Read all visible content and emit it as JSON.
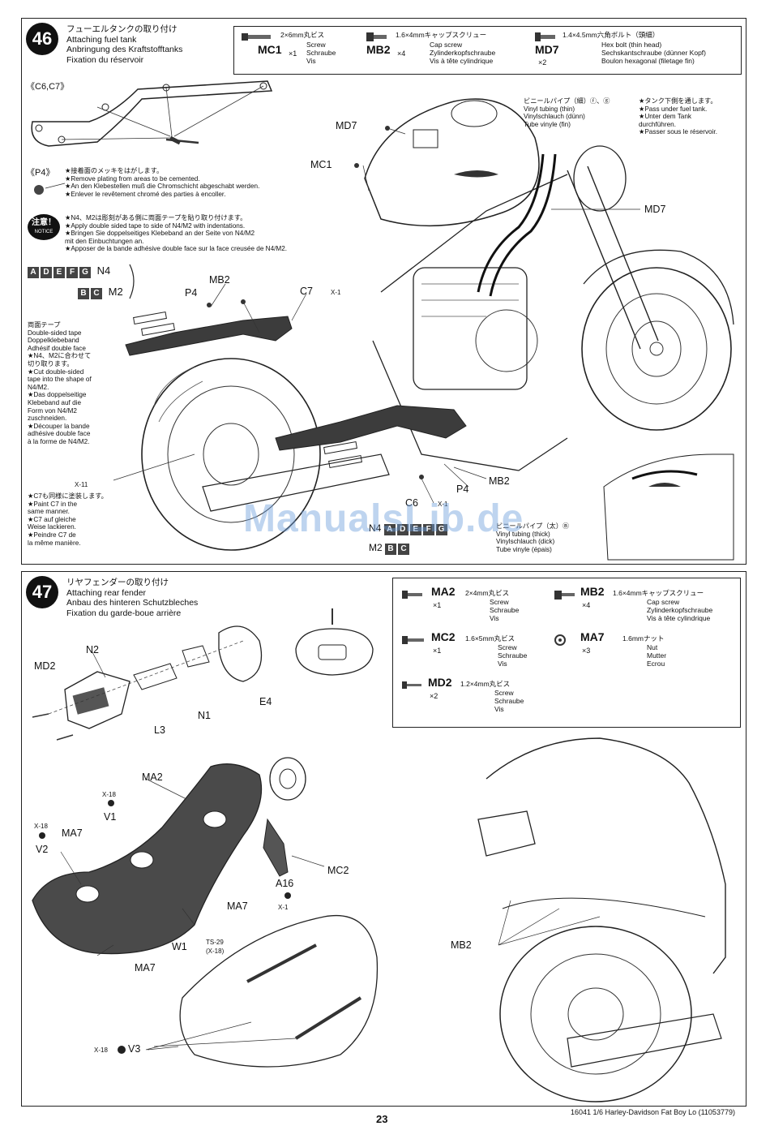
{
  "step46": {
    "number": "46",
    "title_jp": "フューエルタンクの取り付け",
    "title_en": "Attaching fuel tank",
    "title_de": "Anbringung des Kraftstofftanks",
    "title_fr": "Fixation du réservoir",
    "parts": [
      {
        "size": "2×6mm丸ビス",
        "code": "MC1",
        "qty": "×1",
        "d1": "Screw",
        "d2": "Schraube",
        "d3": "Vis"
      },
      {
        "size": "1.6×4mmキャップスクリュー",
        "code": "MB2",
        "qty": "×4",
        "d1": "Cap screw",
        "d2": "Zylinderkopfschraube",
        "d3": "Vis à tête cylindrique"
      },
      {
        "size": "1.4×4.5mm六角ボルト（頭細）",
        "code": "MD7",
        "qty": "×2",
        "d1": "Hex bolt (thin head)",
        "d2": "Sechskantschraube (dünner Kopf)",
        "d3": "Boulon hexagonal (filetage fin)"
      }
    ],
    "c6c7": "《C6,C7》",
    "p4": "《P4》",
    "p4_notes": [
      "★接着面のメッキをはがします。",
      "★Remove plating from areas to be cemented.",
      "★An den Klebestellen muß die Chromschicht abgeschabt werden.",
      "★Enlever le revêtement chromé des parties à encoller."
    ],
    "notice_jp": "注意！",
    "notice_en": "NOTICE",
    "notice_lines": [
      "★N4、M2は彫刻がある側に両面テープを貼り取り付けます。",
      "★Apply double sided tape to side of N4/M2 with indentations.",
      "★Bringen Sie doppelseitiges Klebeband an der Seite von N4/M2",
      "mit den Einbuchtungen an.",
      "★Apposer de la bande adhésive double face sur la face creusée de N4/M2."
    ],
    "n4_letters": [
      "A",
      "D",
      "E",
      "F",
      "G"
    ],
    "n4_label": "N4",
    "m2_letters": [
      "B",
      "C"
    ],
    "m2_label": "M2",
    "tape_notes": [
      "両面テープ",
      "Double-sided tape",
      "Doppelklebeband",
      "Adhésif double face",
      "★N4、M2に合わせて",
      "切り取ります。",
      "★Cut double-sided",
      "tape into the shape of",
      "N4/M2.",
      "★Das doppelseitige",
      "Klebeband auf die",
      "Form von N4/M2",
      "zuschneiden.",
      "★Découper la bande",
      "adhésive double face",
      "à la forme de N4/M2."
    ],
    "paint_notes": [
      "★C7も同様に塗装します。",
      "★Paint C7 in the",
      "same manner.",
      "★C7 auf gleiche",
      "Weise lackieren.",
      "★Peindre C7 de",
      "la même manière."
    ],
    "vinyl_thin": [
      "ビニールパイプ（細）ⓕ、ⓖ",
      "Vinyl tubing (thin)",
      "Vinylschlauch (dünn)",
      "Tube vinyle (fin)"
    ],
    "tank_notes": [
      "★タンク下側を通します。",
      "★Pass under fuel tank.",
      "★Unter dem Tank",
      "durchführen.",
      "★Passer sous le réservoir."
    ],
    "vinyl_thick": [
      "ビニールパイプ（太）Ⓑ",
      "Vinyl tubing (thick)",
      "Vinylschlauch (dick)",
      "Tube vinyle (épais)"
    ],
    "labels": {
      "md7a": "MD7",
      "mc1": "MC1",
      "md7b": "MD7",
      "mb2a": "MB2",
      "p4a": "P4",
      "c7": "C7",
      "x1a": "X-1",
      "x11": "X-11",
      "c6": "C6",
      "x1b": "X-1",
      "p4b": "P4",
      "mb2b": "MB2",
      "n4b": "N4",
      "m2b": "M2"
    },
    "bottom_n4_letters": [
      "A",
      "D",
      "E",
      "F",
      "G"
    ],
    "bottom_m2_letters": [
      "B",
      "C"
    ]
  },
  "step47": {
    "number": "47",
    "title_jp": "リヤフェンダーの取り付け",
    "title_en": "Attaching rear fender",
    "title_de": "Anbau des hinteren Schutzbleches",
    "title_fr": "Fixation du garde-boue arrière",
    "parts": [
      {
        "code": "MA2",
        "size": "2×4mm丸ビス",
        "qty": "×1",
        "d1": "Screw",
        "d2": "Schraube",
        "d3": "Vis"
      },
      {
        "code": "MB2",
        "size": "1.6×4mmキャップスクリュー",
        "qty": "×4",
        "d1": "Cap screw",
        "d2": "Zylinderkopfschraube",
        "d3": "Vis à tête cylindrique"
      },
      {
        "code": "MC2",
        "size": "1.6×5mm丸ビス",
        "qty": "×1",
        "d1": "Screw",
        "d2": "Schraube",
        "d3": "Vis"
      },
      {
        "code": "MA7",
        "size": "1.6mmナット",
        "qty": "×3",
        "d1": "Nut",
        "d2": "Mutter",
        "d3": "Ecrou"
      },
      {
        "code": "MD2",
        "size": "1.2×4mm丸ビス",
        "qty": "×2",
        "d1": "Screw",
        "d2": "Schraube",
        "d3": "Vis"
      }
    ],
    "labels": {
      "n2": "N2",
      "md2": "MD2",
      "l3": "L3",
      "n1": "N1",
      "e4": "E4",
      "ma2": "MA2",
      "x18a": "X-18",
      "v1": "V1",
      "x18b": "X-18",
      "v2": "V2",
      "ma7a": "MA7",
      "ma7b": "MA7",
      "ma7c": "MA7",
      "mc2": "MC2",
      "a16": "A16",
      "x1": "X-1",
      "w1": "W1",
      "ts29": "TS-29",
      "x18c": "(X-18)",
      "x18d": "X-18",
      "v3": "V3",
      "mb2": "MB2"
    }
  },
  "watermark": "ManualsLib.de",
  "page_number": "23",
  "footer": "16041 1/6 Harley-Davidson Fat Boy Lo (11053779)"
}
